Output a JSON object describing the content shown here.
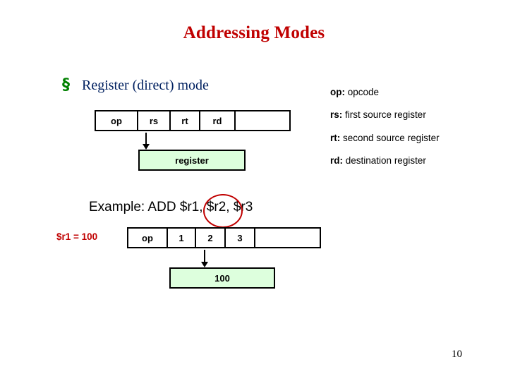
{
  "slide": {
    "title": "Addressing Modes",
    "page_number": "10",
    "bullet_marker": "§",
    "bullet_text": "Register (direct) mode",
    "example_text": "Example: ADD $r1, $r2, $r3",
    "register_value_label": "$r1 = 100"
  },
  "instruction_row_1": {
    "name": "instruction-fields-generic",
    "cells": [
      "op",
      "rs",
      "rt",
      "rd",
      ""
    ]
  },
  "instruction_row_2": {
    "name": "instruction-fields-example",
    "cells": [
      "op",
      "1",
      "2",
      "3",
      ""
    ]
  },
  "result_boxes": {
    "register": "register",
    "value": "100"
  },
  "legend": {
    "items": [
      {
        "key": "op:",
        "desc": "opcode"
      },
      {
        "key": "rs:",
        "desc": "first source register"
      },
      {
        "key": "rt:",
        "desc": "second source register"
      },
      {
        "key": "rd:",
        "desc": "destination register"
      }
    ]
  },
  "colors": {
    "title": "#c00000",
    "bullet_text": "#002060",
    "bullet_marker": "#008000",
    "result_box_fill": "#ddffdd",
    "annotation": "#c00000"
  }
}
